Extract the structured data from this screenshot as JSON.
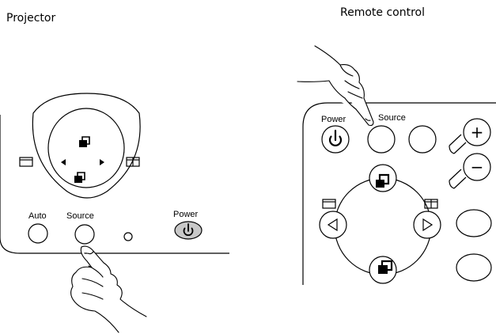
{
  "titles": {
    "projector": "Projector",
    "remote": "Remote control"
  },
  "projector_panel": {
    "auto_label": "Auto",
    "source_label": "Source",
    "power_label": "Power"
  },
  "remote_panel": {
    "power_label": "Power",
    "source_label": "Source",
    "plus_glyph": "+",
    "minus_glyph": "−"
  }
}
